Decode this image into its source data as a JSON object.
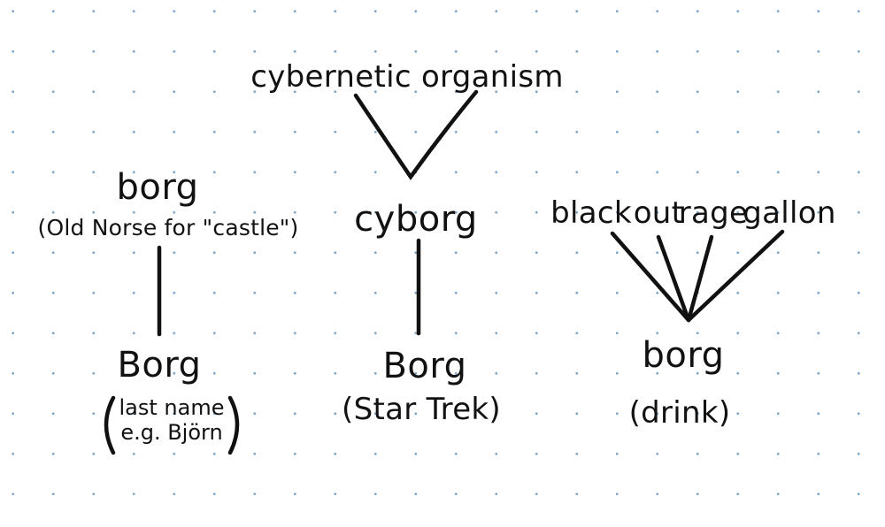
{
  "left": {
    "top_word": "borg",
    "top_note": "(Old Norse for \"castle\")",
    "bottom_word": "Borg",
    "bottom_note_line1": "last name",
    "bottom_note_line2": "e.g. Björn"
  },
  "middle": {
    "top_phrase": "cybernetic organism",
    "mid_word": "cyborg",
    "bottom_word": "Borg",
    "bottom_note": "(Star Trek)"
  },
  "right": {
    "acronym_words": [
      "black",
      "out",
      "rage",
      "gallon"
    ],
    "bottom_word": "borg",
    "bottom_note": "(drink)"
  }
}
